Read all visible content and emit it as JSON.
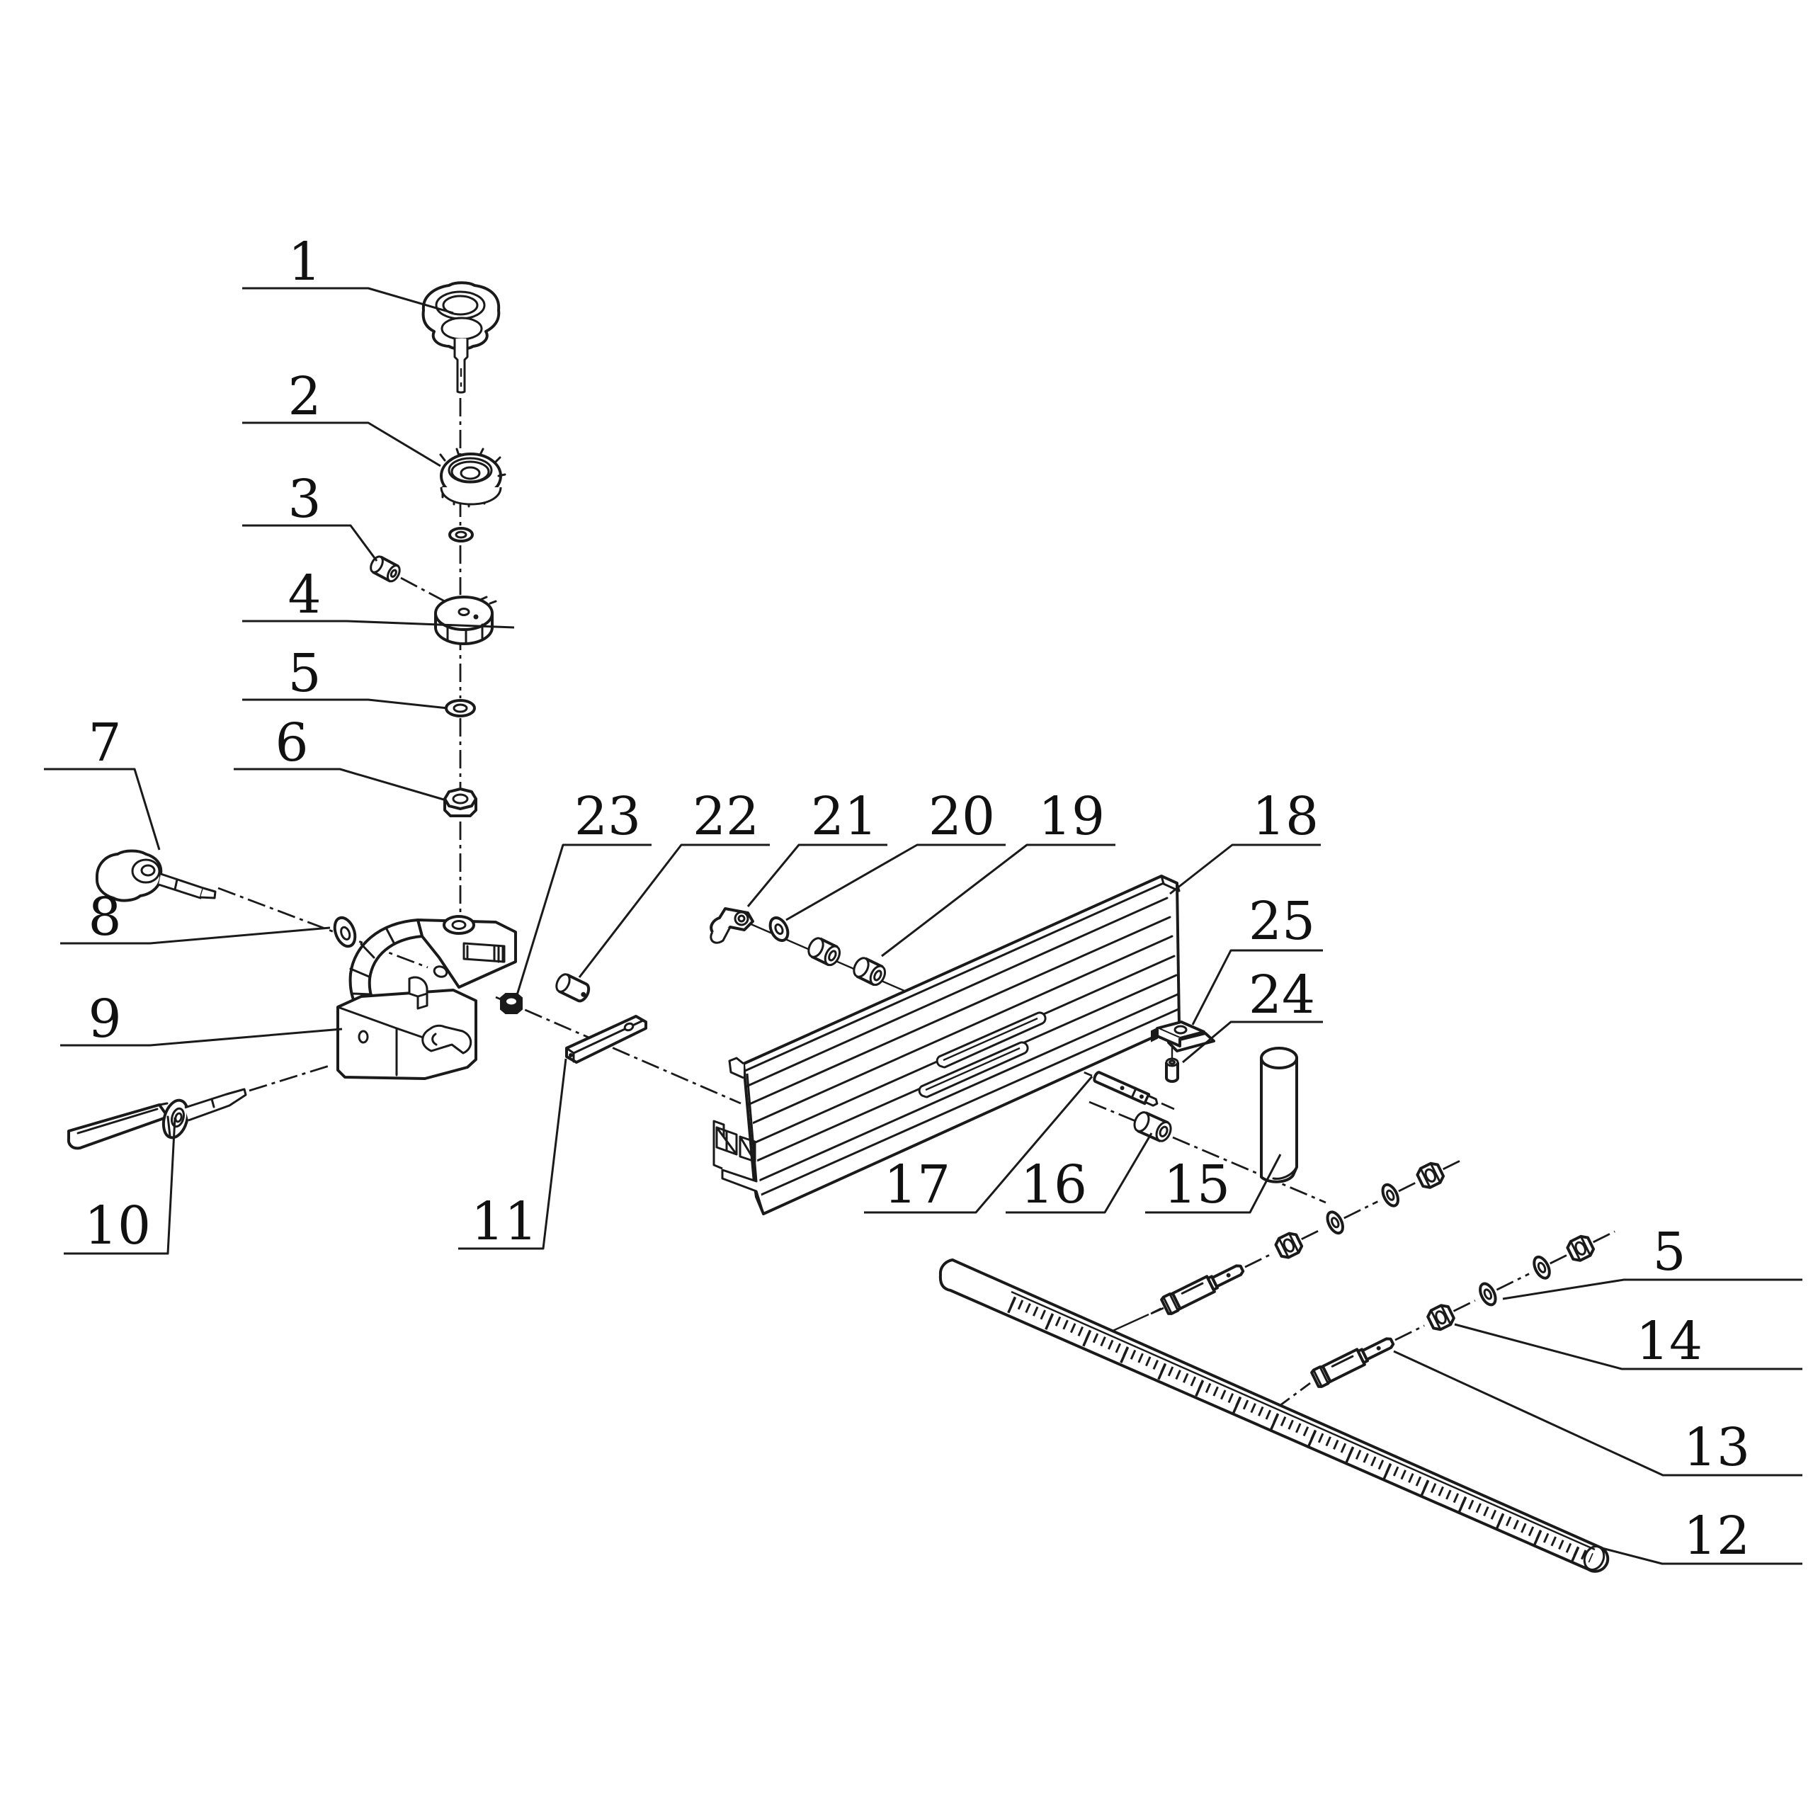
{
  "figure": {
    "kind": "exploded-parts-diagram",
    "background_color": "#ffffff",
    "ink_color": "#1a1a1a",
    "part_count_shown": 25
  },
  "callouts": {
    "c1": {
      "num": "1"
    },
    "c2": {
      "num": "2"
    },
    "c3": {
      "num": "3"
    },
    "c4": {
      "num": "4"
    },
    "c5": {
      "num": "5"
    },
    "c6": {
      "num": "6"
    },
    "c7": {
      "num": "7"
    },
    "c8": {
      "num": "8"
    },
    "c9": {
      "num": "9"
    },
    "c10": {
      "num": "10"
    },
    "c11": {
      "num": "11"
    },
    "c12": {
      "num": "12"
    },
    "c13": {
      "num": "13"
    },
    "c14": {
      "num": "14"
    },
    "c15": {
      "num": "15"
    },
    "c16": {
      "num": "16"
    },
    "c17": {
      "num": "17"
    },
    "c18": {
      "num": "18"
    },
    "c19": {
      "num": "19"
    },
    "c20": {
      "num": "20"
    },
    "c21": {
      "num": "21"
    },
    "c22": {
      "num": "22"
    },
    "c23": {
      "num": "23"
    },
    "c24": {
      "num": "24"
    },
    "c25": {
      "num": "25"
    },
    "c5r": {
      "num": "5"
    }
  }
}
